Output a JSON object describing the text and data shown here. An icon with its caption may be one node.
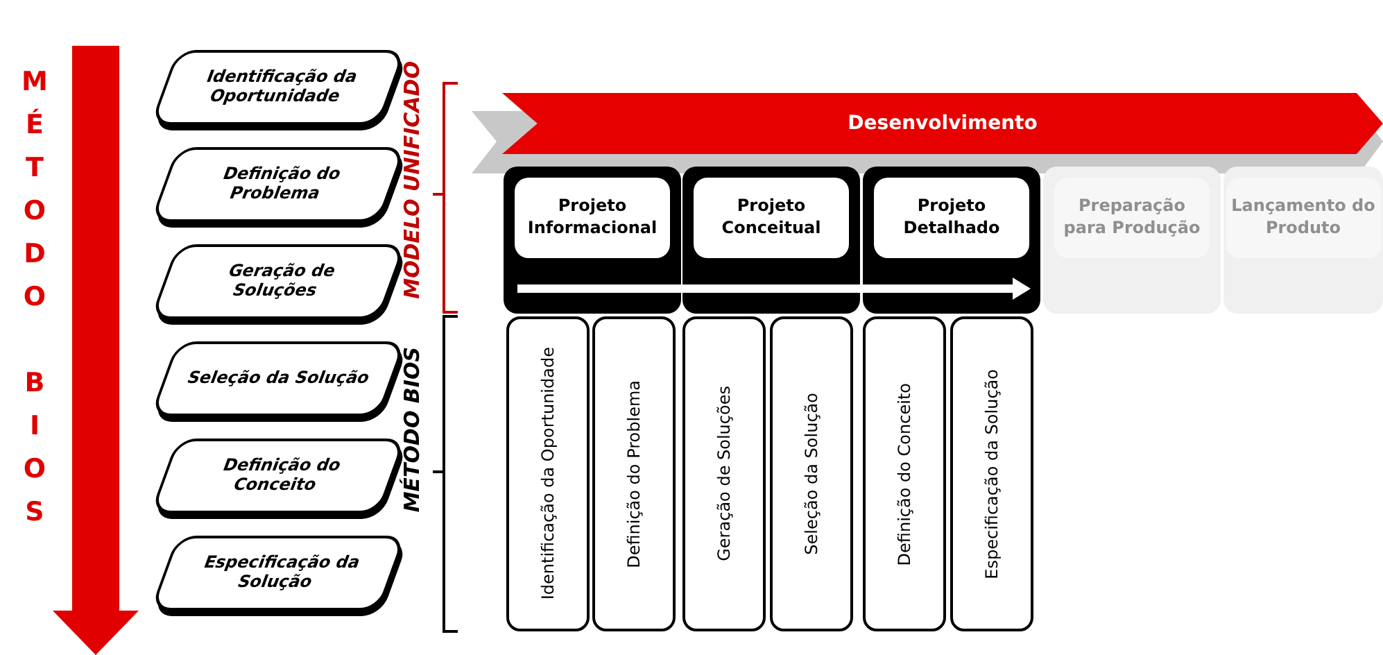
{
  "diagram": {
    "nodes": [
      {
        "text": [
          "Identificação da Oportunidade"
        ]
      },
      {
        "text": [
          "Definição do Problema"
        ]
      },
      {
        "text": [
          "Geração de Soluções"
        ]
      },
      {
        "text": [
          "Seleção da Solução"
        ]
      },
      {
        "text": [
          "Definição do Conceito"
        ]
      },
      {
        "text": [
          "Especificação da Solução"
        ]
      },
      {
        "text": [
          "Desenvolvimento"
        ]
      },
      {
        "text": [
          "Projeto Informacional"
        ]
      },
      {
        "text": [
          "Projeto Conceitual"
        ]
      },
      {
        "text": [
          "Projeto Detalhado"
        ]
      },
      {
        "text": [
          "Preparação para Produção"
        ]
      },
      {
        "text": [
          "Lançamento do Produto"
        ]
      },
      {
        "text": [
          "Identificação da Oportunidade"
        ]
      },
      {
        "text": [
          "Definição do Problema"
        ]
      },
      {
        "text": [
          "Geração de Soluções"
        ]
      },
      {
        "text": [
          "Seleção da Solução"
        ]
      },
      {
        "text": [
          "Definição do Conceito"
        ]
      },
      {
        "text": [
          "Especificação da Solução"
        ]
      }
    ],
    "edges": [],
    "labels": [
      "MÉTODO BIOS",
      "MODELO UNIFICADO",
      "MÉTODO BIOS"
    ]
  }
}
